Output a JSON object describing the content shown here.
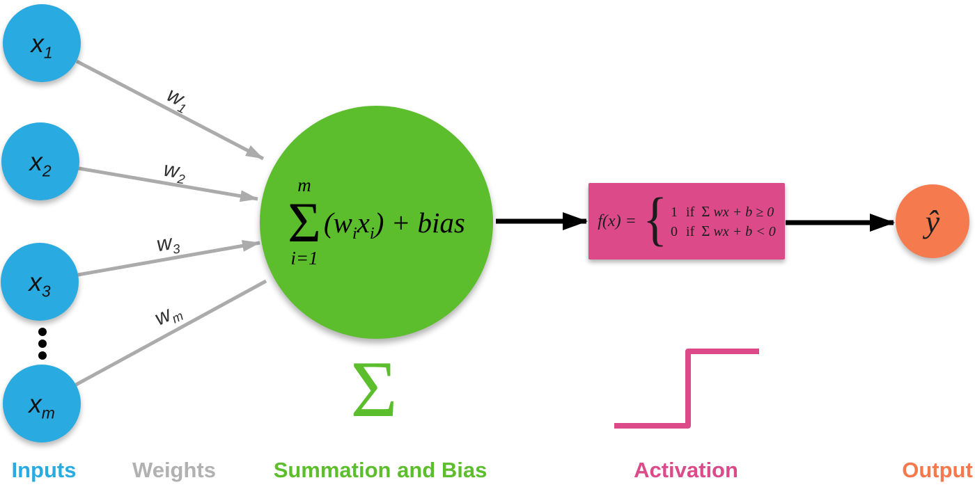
{
  "colors": {
    "input_blue": "#29ABE2",
    "weight_gray": "#B1B1B1",
    "arrow_gray": "#ABABAB",
    "summation_green": "#5CBE2C",
    "activation_pink": "#DC4A8A",
    "output_orange": "#F57A4D",
    "arrow_black": "#000000"
  },
  "inputs": {
    "nodes": [
      {
        "base": "x",
        "sub": "1"
      },
      {
        "base": "x",
        "sub": "2"
      },
      {
        "base": "x",
        "sub": "3"
      },
      {
        "base": "x",
        "sub": "m"
      }
    ]
  },
  "weights": {
    "labels": [
      {
        "base": "w",
        "sub": "1"
      },
      {
        "base": "w",
        "sub": "2"
      },
      {
        "base": "w",
        "sub": "3"
      },
      {
        "base": "w",
        "sub": "m"
      }
    ]
  },
  "summation": {
    "upper_limit": "m",
    "operator": "Σ",
    "lower_limit": "i=1",
    "expr_open": "(w",
    "expr_sub1": "i",
    "expr_x": "x",
    "expr_sub2": "i",
    "expr_close": ") + bias",
    "symbol_below": "Σ"
  },
  "activation": {
    "lhs": "f(x) =",
    "brace": "{",
    "cases": [
      {
        "value": "1",
        "if_word": "if",
        "operator": "Σ",
        "expr": "wx + b ≥ 0"
      },
      {
        "value": "0",
        "if_word": "if",
        "operator": "Σ",
        "expr": "wx + b < 0"
      }
    ]
  },
  "output": {
    "label": "ŷ"
  },
  "legend": [
    {
      "label": "Inputs"
    },
    {
      "label": "Weights"
    },
    {
      "label": "Summation and Bias"
    },
    {
      "label": "Activation"
    },
    {
      "label": "Output"
    }
  ]
}
